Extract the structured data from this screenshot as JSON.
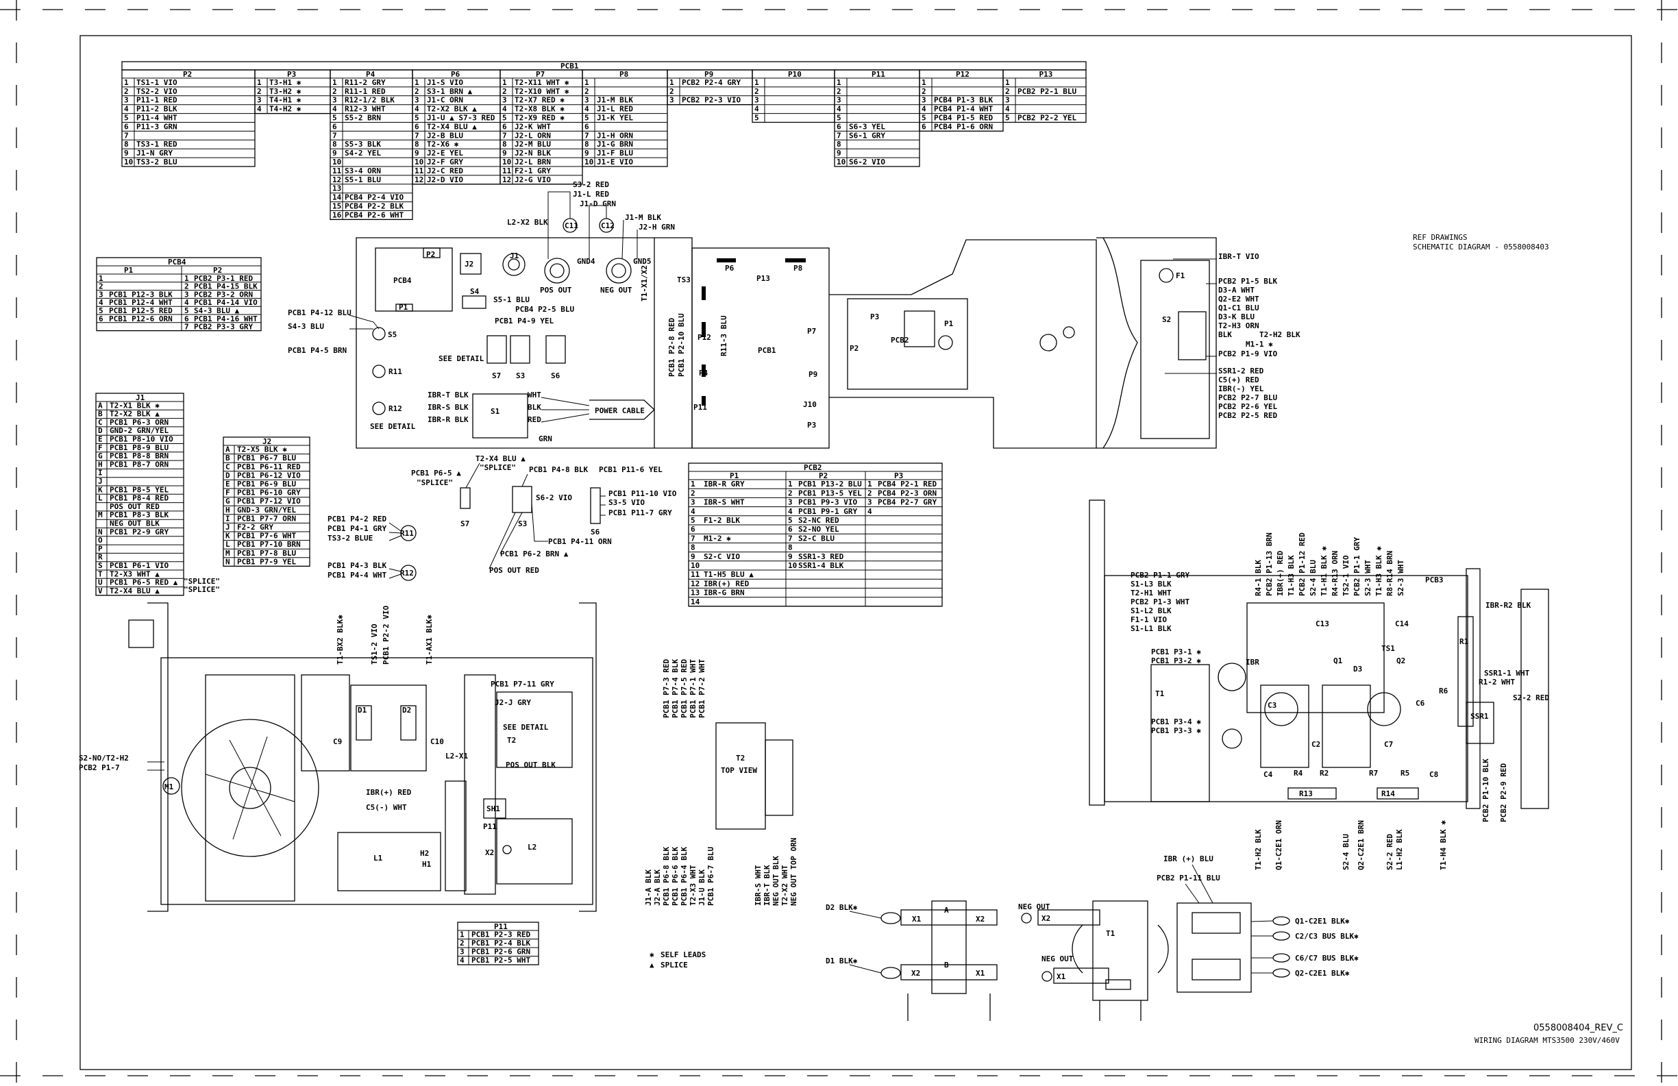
{
  "drawing": {
    "number": "0558008404_REV_C",
    "title": "WIRING DIAGRAM MTS3500 230V/460V",
    "ref_drawings_label": "REF DRAWINGS",
    "ref_schematic": "SCHEMATIC DIAGRAM - 0558008403",
    "legend": [
      {
        "symbol": "✱",
        "label": "SELF LEADS"
      },
      {
        "symbol": "▲",
        "label": "SPLICE"
      }
    ]
  },
  "pcb1_table": {
    "title": "PCB1",
    "groups": [
      {
        "header": "P2",
        "rows": [
          [
            "1",
            "TS1-1 VIO"
          ],
          [
            "2",
            "TS2-2 VIO"
          ],
          [
            "3",
            "P11-1 RED"
          ],
          [
            "4",
            "P11-2 BLK"
          ],
          [
            "5",
            "P11-4 WHT"
          ],
          [
            "6",
            "P11-3 GRN"
          ],
          [
            "7",
            ""
          ],
          [
            "8",
            "TS3-1 RED"
          ],
          [
            "9",
            "J1-N GRY"
          ],
          [
            "10",
            "TS3-2 BLU"
          ]
        ]
      },
      {
        "header": "P3",
        "rows": [
          [
            "1",
            "T3-H1 ✱"
          ],
          [
            "2",
            "T3-H2 ✱"
          ],
          [
            "3",
            "T4-H1 ✱"
          ],
          [
            "4",
            "T4-H2 ✱"
          ]
        ]
      },
      {
        "header": "P4",
        "rows": [
          [
            "1",
            "R11-2 GRY"
          ],
          [
            "2",
            "R11-1 RED"
          ],
          [
            "3",
            "R12-1/2 BLK"
          ],
          [
            "4",
            "R12-3 WHT"
          ],
          [
            "5",
            "S5-2 BRN"
          ],
          [
            "6",
            ""
          ],
          [
            "7",
            ""
          ],
          [
            "8",
            "S5-3 BLK"
          ],
          [
            "9",
            "S4-2 YEL"
          ],
          [
            "10",
            ""
          ],
          [
            "11",
            "S3-4 ORN"
          ],
          [
            "12",
            "S5-1 BLU"
          ],
          [
            "13",
            ""
          ],
          [
            "14",
            "PCB4 P2-4 VIO"
          ],
          [
            "15",
            "PCB4 P2-2 BLK"
          ],
          [
            "16",
            "PCB4 P2-6 WHT"
          ]
        ]
      },
      {
        "header": "P6",
        "rows": [
          [
            "1",
            "J1-S VIO"
          ],
          [
            "2",
            "S3-1 BRN ▲"
          ],
          [
            "3",
            "J1-C ORN"
          ],
          [
            "4",
            "T2-X2 BLK ▲"
          ],
          [
            "5",
            "J1-U ▲ S7-3 RED"
          ],
          [
            "6",
            "T2-X4 BLU ▲"
          ],
          [
            "7",
            "J2-B BLU"
          ],
          [
            "8",
            "T2-X6 ✱"
          ],
          [
            "9",
            "J2-E YEL"
          ],
          [
            "10",
            "J2-F GRY"
          ],
          [
            "11",
            "J2-C RED"
          ],
          [
            "12",
            "J2-D VIO"
          ]
        ]
      },
      {
        "header": "P7",
        "rows": [
          [
            "1",
            "T2-X11 WHT ✱"
          ],
          [
            "2",
            "T2-X10 WHT ✱"
          ],
          [
            "3",
            "T2-X7 RED ✱"
          ],
          [
            "4",
            "T2-X8 BLK ✱"
          ],
          [
            "5",
            "T2-X9 RED ✱"
          ],
          [
            "6",
            "J2-K WHT"
          ],
          [
            "7",
            "J2-L ORN"
          ],
          [
            "8",
            "J2-M BLU"
          ],
          [
            "9",
            "J2-N BLK"
          ],
          [
            "10",
            "J2-L BRN"
          ],
          [
            "11",
            "F2-1 GRY"
          ],
          [
            "12",
            "J2-G VIO"
          ]
        ]
      },
      {
        "header": "P8",
        "rows": [
          [
            "1",
            ""
          ],
          [
            "2",
            ""
          ],
          [
            "3",
            "J1-M BLK"
          ],
          [
            "4",
            "J1-L RED"
          ],
          [
            "5",
            "J1-K YEL"
          ],
          [
            "6",
            ""
          ],
          [
            "7",
            "J1-H ORN"
          ],
          [
            "8",
            "J1-G BRN"
          ],
          [
            "9",
            "J1-F BLU"
          ],
          [
            "10",
            "J1-E VIO"
          ]
        ]
      },
      {
        "header": "P9",
        "rows": [
          [
            "1",
            "PCB2 P2-4 GRY"
          ],
          [
            "2",
            ""
          ],
          [
            "3",
            "PCB2 P2-3 VIO"
          ]
        ]
      },
      {
        "header": "P10",
        "rows": [
          [
            "1",
            ""
          ],
          [
            "2",
            ""
          ],
          [
            "3",
            ""
          ],
          [
            "4",
            ""
          ],
          [
            "5",
            ""
          ]
        ]
      },
      {
        "header": "P11",
        "rows": [
          [
            "1",
            ""
          ],
          [
            "2",
            ""
          ],
          [
            "3",
            ""
          ],
          [
            "4",
            ""
          ],
          [
            "5",
            ""
          ],
          [
            "6",
            "S6-3 YEL"
          ],
          [
            "7",
            "S6-1 GRY"
          ],
          [
            "8",
            ""
          ],
          [
            "9",
            ""
          ],
          [
            "10",
            "S6-2 VIO"
          ]
        ]
      },
      {
        "header": "P12",
        "rows": [
          [
            "1",
            ""
          ],
          [
            "2",
            ""
          ],
          [
            "3",
            "PCB4 P1-3 BLK"
          ],
          [
            "4",
            "PCB4 P1-4 WHT"
          ],
          [
            "5",
            "PCB4 P1-5 RED"
          ],
          [
            "6",
            "PCB4 P1-6 ORN"
          ]
        ]
      },
      {
        "header": "P13",
        "rows": [
          [
            "1",
            ""
          ],
          [
            "2",
            "PCB2 P2-1 BLU"
          ],
          [
            "3",
            ""
          ],
          [
            "4",
            ""
          ],
          [
            "5",
            "PCB2 P2-2 YEL"
          ]
        ]
      }
    ]
  },
  "pcb4_table": {
    "title": "PCB4",
    "p1_header": "P1",
    "p2_header": "P2",
    "rows": [
      [
        "1",
        "",
        "1",
        "PCB2 P3-1 RED"
      ],
      [
        "2",
        "",
        "2",
        "PCB1 P4-15 BLK"
      ],
      [
        "3",
        "PCB1 P12-3 BLK",
        "3",
        "PCB2 P3-2 ORN"
      ],
      [
        "4",
        "PCB1 P12-4 WHT",
        "4",
        "PCB1 P4-14 VIO"
      ],
      [
        "5",
        "PCB1 P12-5 RED",
        "5",
        "S4-3 BLU ▲"
      ],
      [
        "6",
        "PCB1 P12-6 ORN",
        "6",
        "PCB1 P4-16 WHT"
      ],
      [
        "",
        "",
        "7",
        "PCB2 P3-3 GRY"
      ]
    ]
  },
  "j1_table": {
    "title": "J1",
    "rows": [
      [
        "A",
        "T2-X1 BLK ✱"
      ],
      [
        "B",
        "T2-X2 BLK ▲"
      ],
      [
        "C",
        "PCB1 P6-3 ORN"
      ],
      [
        "D",
        "GND-2 GRN/YEL"
      ],
      [
        "E",
        "PCB1 P8-10 VIO"
      ],
      [
        "F",
        "PCB1 P8-9 BLU"
      ],
      [
        "G",
        "PCB1 P8-8 BRN"
      ],
      [
        "H",
        "PCB1 P8-7 ORN"
      ],
      [
        "I",
        ""
      ],
      [
        "J",
        ""
      ],
      [
        "K",
        "PCB1 P8-5 YEL"
      ],
      [
        "L",
        "PCB1 P8-4 RED"
      ],
      [
        "",
        "POS OUT RED"
      ],
      [
        "M",
        "PCB1 P8-3 BLK"
      ],
      [
        "",
        "NEG OUT BLK"
      ],
      [
        "N",
        "PCB1 P2-9 GRY"
      ],
      [
        "O",
        ""
      ],
      [
        "P",
        ""
      ],
      [
        "R",
        ""
      ],
      [
        "S",
        "PCB1 P6-1 VIO"
      ],
      [
        "T",
        "T2-X3 WHT ▲"
      ],
      [
        "U",
        "PCB1 P6-5 RED ▲"
      ],
      [
        "V",
        "T2-X4 BLU ▲"
      ]
    ],
    "splice_label": "\"SPLICE\""
  },
  "j2_table": {
    "title": "J2",
    "rows": [
      [
        "A",
        "T2-X5 BLK ✱"
      ],
      [
        "B",
        "PCB1 P6-7 BLU"
      ],
      [
        "C",
        "PCB1 P6-11 RED"
      ],
      [
        "D",
        "PCB1 P6-12 VIO"
      ],
      [
        "E",
        "PCB1 P6-9 BLU"
      ],
      [
        "F",
        "PCB1 P6-10 GRY"
      ],
      [
        "G",
        "PCB1 P7-12 VIO"
      ],
      [
        "H",
        "GND-3 GRN/YEL"
      ],
      [
        "I",
        "PCB1 P7-7 ORN"
      ],
      [
        "J",
        "F2-2 GRY"
      ],
      [
        "K",
        "PCB1 P7-6 WHT"
      ],
      [
        "L",
        "PCB1 P7-10 BRN"
      ],
      [
        "M",
        "PCB1 P7-8 BLU"
      ],
      [
        "N",
        "PCB1 P7-9 YEL"
      ]
    ]
  },
  "pcb2_table": {
    "title": "PCB2",
    "p1_header": "P1",
    "p2_header": "P2",
    "p3_header": "P3",
    "rows": [
      [
        "1",
        "IBR-R GRY",
        "1",
        "PCB1 P13-2 BLU",
        "1",
        "PCB4 P2-1 RED"
      ],
      [
        "2",
        "",
        "2",
        "PCB1 P13-5 YEL",
        "2",
        "PCB4 P2-3 ORN"
      ],
      [
        "3",
        "IBR-S WHT",
        "3",
        "PCB1 P9-3 VIO",
        "3",
        "PCB4 P2-7 GRY"
      ],
      [
        "4",
        "",
        "4",
        "PCB1 P9-1 GRY",
        "4",
        ""
      ],
      [
        "5",
        "F1-2 BLK",
        "5",
        "S2-NC RED",
        "",
        ""
      ],
      [
        "6",
        "",
        "6",
        "S2-NO YEL",
        "",
        ""
      ],
      [
        "7",
        "M1-2 ✱",
        "7",
        "S2-C BLU",
        "",
        ""
      ],
      [
        "8",
        "",
        "8",
        "",
        "",
        ""
      ],
      [
        "9",
        "S2-C VIO",
        "9",
        "SSR1-3 RED",
        "",
        ""
      ],
      [
        "10",
        "",
        "10",
        "SSR1-4 BLK",
        "",
        ""
      ],
      [
        "11",
        "T1-H5 BLU ▲",
        "",
        "",
        "",
        ""
      ],
      [
        "12",
        "IBR(+) RED",
        "",
        "",
        "",
        ""
      ],
      [
        "13",
        "IBR-G BRN",
        "",
        "",
        "",
        ""
      ],
      [
        "14",
        "",
        "",
        "",
        "",
        ""
      ]
    ]
  },
  "p11_table": {
    "title": "P11",
    "rows": [
      [
        "1",
        "PCB1 P2-3 RED"
      ],
      [
        "2",
        "PCB1 P2-4 BLK"
      ],
      [
        "3",
        "PCB1 P2-6 GRN"
      ],
      [
        "4",
        "PCB1 P2-5 WHT"
      ]
    ]
  },
  "labels": {
    "l2_x2": "L2-X2 BLK",
    "s3_2": "S3-2 RED",
    "j1_l": "J1-L RED",
    "j1_d": "J1-D GRN",
    "j1_m": "J1-M BLK",
    "j2_h": "J2-H GRN",
    "c11": "C11",
    "c12": "C12",
    "gnd4": "GND4",
    "gnd5": "GND5",
    "pos_out": "POS OUT",
    "neg_out": "NEG OUT",
    "pcb4": "PCB4",
    "p2": "P2",
    "p1": "P1",
    "j2": "J2",
    "j1": "J1",
    "s4": "S4",
    "s5_1": "S5-1 BLU",
    "pcb4_p2_5": "PCB4 P2-5 BLU",
    "pcb1_p4_9": "PCB1 P4-9 YEL",
    "pcb1_p4_12": "PCB1 P4-12 BLU",
    "s4_3": "S4-3 BLU",
    "pcb1_p4_5": "PCB1 P4-5 BRN",
    "s5": "S5",
    "see_detail": "SEE DETAIL",
    "s7": "S7",
    "s3": "S3",
    "s6": "S6",
    "r11": "R11",
    "r12": "R12",
    "see_detail2": "SEE DETAIL",
    "ibr_t": "IBR-T BLK",
    "ibr_s": "IBR-S BLK",
    "ibr_r": "IBR-R BLK",
    "s1": "S1",
    "wht": "WHT",
    "blk": "BLK",
    "red": "RED",
    "grn": "GRN",
    "power_cable": "POWER CABLE",
    "t1_x1": "T1-X1/X2",
    "ts3": "TS3",
    "pcb1_p2_8": "PCB1 P2-8 RED",
    "pcb1_p2_10": "PCB1 P2-10 BLU",
    "r11_3": "R11-3 BLU",
    "p6": "P6",
    "p8": "P8",
    "p13": "P13",
    "p7": "P7",
    "p12": "P12",
    "p4": "P4",
    "p9": "P9",
    "p11": "P11",
    "j10": "J10",
    "p3": "P3",
    "pcb1": "PCB1",
    "pcb2": "PCB2",
    "p3b": "P3",
    "p2b": "P2",
    "p1b": "P1",
    "ibr_t_vio": "IBR-T VIO",
    "f1": "F1",
    "pcb2_p1_5": "PCB2 P1-5 BLK",
    "d3_a": "D3-A WHT",
    "q2_e2": "Q2-E2 WHT",
    "q1_c1": "Q1-C1 BLU",
    "d3_k": "D3-K BLU",
    "t2_h3": "T2-H3 ORN",
    "s2": "S2",
    "blk2": "BLK",
    "t2_h2": "T2-H2 BLK",
    "m1_1": "M1-1 ✱",
    "pcb2_p1_9": "PCB2 P1-9 VIO",
    "ssr1_2": "SSR1-2 RED",
    "c5": "C5(+) RED",
    "ibr_minus": "IBR(-) YEL",
    "pcb2_p2_7": "PCB2 P2-7 BLU",
    "pcb2_p2_6": "PCB2 P2-6 YEL",
    "pcb2_p2_5": "PCB2 P2-5 RED",
    "t2_x4": "T2-X4 BLU ▲",
    "splice": "\"SPLICE\"",
    "pcb1_p6_5": "PCB1 P6-5 ▲",
    "splice2": "\"SPLICE\"",
    "s7b": "S7",
    "pcb1_p4_8": "PCB1 P4-8 BLK",
    "pcb1_p11_6": "PCB1 P11-6 YEL",
    "s6_2": "S6-2 VIO",
    "pcb1_p11_10": "PCB1 P11-10 VIO",
    "s3_5": "S3-5 VIO",
    "pcb1_p11_7": "PCB1 P11-7 GRY",
    "s3b": "S3",
    "s6b": "S6",
    "pcb1_p4_11": "PCB1 P4-11 ORN",
    "pcb1_p6_2": "PCB1 P6-2 BRN ▲",
    "pos_out_red": "POS OUT RED",
    "pcb1_p4_2": "PCB1 P4-2 RED",
    "pcb1_p4_1": "PCB1 P4-1 GRY",
    "ts3_2": "TS3-2 BLUE",
    "r11b": "R11",
    "pcb1_p4_3": "PCB1 P4-3 BLK",
    "pcb1_p4_4": "PCB1 P4-4 WHT",
    "r12b": "R12",
    "t1_bx2": "T1-BX2 BLK✱",
    "ts1_2": "TS1-2 VIO",
    "pcb1_p2_2": "PCB1 P2-2 VIO",
    "t1_ax1": "T1-AX1 BLK✱",
    "pcb1_p7_11": "PCB1 P7-11 GRY",
    "j2_j": "J2-J GRY",
    "see_detail3": "SEE DETAIL",
    "t2": "T2",
    "d1": "D1",
    "d2": "D2",
    "c9": "C9",
    "c10": "C10",
    "l2_x1": "L2-X1",
    "pos_out_blk": "POS OUT BLK",
    "ibr_plus": "IBR(+) RED",
    "c5_wht": "C5(-) WHT",
    "sh1": "SH1",
    "p11b": "P11",
    "x2": "X2",
    "l1": "L1",
    "l2": "L2",
    "h2": "H2",
    "h1": "H1",
    "m1": "M1",
    "s2_no": "S2-NO/T2-H2",
    "pcb2_p1_7": "PCB2 P1-7",
    "t2_top_view": "T2",
    "top_view": "TOP VIEW",
    "pcb2_p1_1": "PCB2 P1-1 GRY",
    "s1_l3": "S1-L3 BLK",
    "t2_h1": "T2-H1 WHT",
    "pcb2_p1_3": "PCB2 P1-3 WHT",
    "s1_l2": "S1-L2 BLK",
    "f1_1": "F1-1 VIO",
    "s1_l1": "S1-L1 BLK",
    "pcb1_p3_1": "PCB1 P3-1 ✱",
    "pcb1_p3_2": "PCB1 P3-2 ✱",
    "pcb1_p3_4": "PCB1 P3-4 ✱",
    "pcb1_p3_3": "PCB1 P3-3 ✱",
    "t1": "T1",
    "ibr": "IBR",
    "c3": "C3",
    "c4": "C4",
    "c2": "C2",
    "r4": "R4",
    "r2": "R2",
    "r13": "R13",
    "q1": "Q1",
    "d3": "D3",
    "c13": "C13",
    "ts1": "TS1",
    "c14": "C14",
    "q2": "Q2",
    "c7": "C7",
    "r7": "R7",
    "r5": "R5",
    "c8": "C8",
    "r14": "R14",
    "c6": "C6",
    "r6": "R6",
    "pcb3": "PCB3",
    "ibr_r2": "IBR-R2 BLK",
    "r1": "R1",
    "ssr1_1": "SSR1-1 WHT",
    "r1_2": "R1-2 WHT",
    "s2_2": "S2-2 RED",
    "ssr1": "SSR1",
    "t1_h2": "T1-H2 BLK",
    "q1_c2e1": "Q1-C2E1 ORN",
    "s2_4": "S2-4 BLU",
    "q2_c2e1": "Q2-C2E1 BRN",
    "s2_2b": "S2-2 RED",
    "l1_h2": "L1-H2 BLK",
    "t1_h4": "T1-H4 BLK ✱",
    "pcb2_p1_10": "PCB2 P1-10 BLK",
    "pcb2_p2_9": "PCB2 P2-9 RED",
    "ibr_plus_blu": "IBR (+) BLU",
    "pcb2_p1_11": "PCB2 P1-11 BLU",
    "d2_blk": "D2 BLK✱",
    "d1_blk": "D1 BLK✱",
    "x1a": "X1",
    "x2a": "X2",
    "a": "A",
    "b": "B",
    "x2b": "X2",
    "x1b": "X1",
    "neg_out2": "NEG OUT",
    "neg_out3": "NEG OUT",
    "t1b": "T1",
    "x2c": "X2",
    "x1c": "X1",
    "q1_c2e1_blk": "Q1-C2E1 BLK✱",
    "c2c3": "C2/C3 BUS BLK✱",
    "c6c7": "C6/C7 BUS BLK✱",
    "q2_c2e1_blk": "Q2-C2E1 BLK✱"
  },
  "rotated_labels": {
    "top_right": [
      "R4-1 BLK",
      "PCB2 P1-13 BRN",
      "IBR(+) RED",
      "T1-H3 BLK",
      "PCB2 P1-12 RED",
      "S2-4 BLU",
      "T1-H1 BLK ✱",
      "R4-R13 ORN",
      "TS2-1 VIO",
      "PCB2 P1-1 GRY",
      "S2-3 WHT",
      "T1-H3 BLK ✱",
      "R8-R14 BRN",
      "S2-3 WHT"
    ],
    "t2_top": [
      "PCB1 P7-3 RED",
      "PCB1 P7-4 BLK",
      "PCB1 P7-5 RED",
      "PCB1 P7-1 WHT",
      "PCB1 P7-2 WHT"
    ],
    "t2_bottom": [
      "J1-A BLK",
      "J2-A BLK",
      "PCB1 P6-8 BLK",
      "PCB1 P6-6 BLK",
      "PCB1 P6-4 BLK",
      "T2-X3 WHT",
      "J1-U BLK",
      "PCB1 P6-7 BLU"
    ],
    "t2_right": [
      "IBR-S WHT",
      "IBR-T BLK",
      "NEG OUT BLK",
      "T2-X2 WHT",
      "NEG OUT TOP ORN"
    ]
  }
}
